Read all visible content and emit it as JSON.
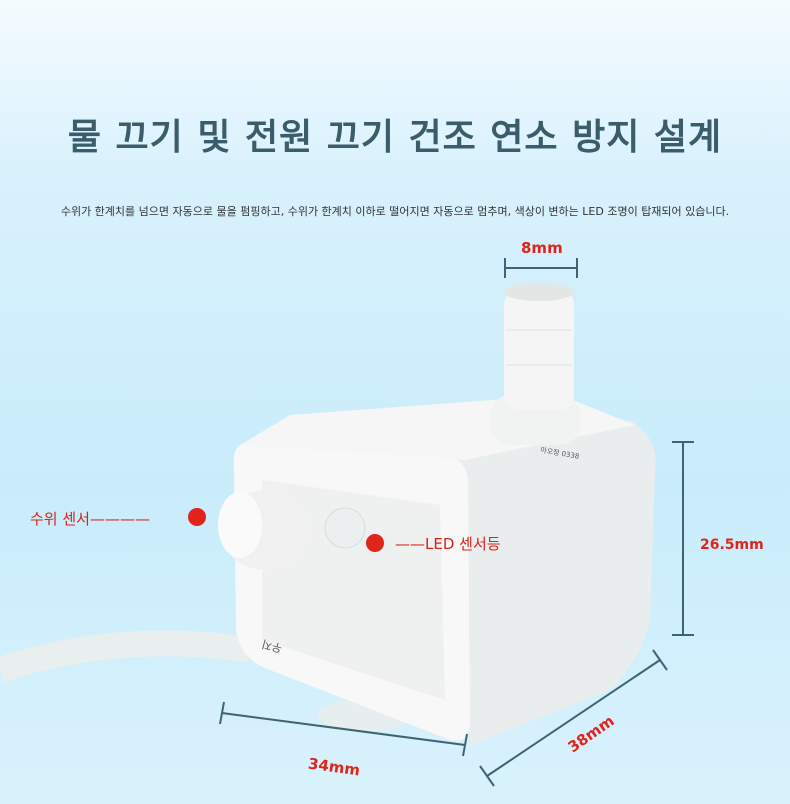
{
  "header": {
    "title": "물 끄기 및 전원 끄기 건조 연소 방지 설계",
    "subtitle": "수위가 한계치를 넘으면 자동으로 물을 펌핑하고, 수위가 한계치 이하로 떨어지면 자동으로 멈추며, 색상이 변하는 LED 조명이 탑재되어 있습니다."
  },
  "dimensions": {
    "outlet": "8mm",
    "height": "26.5mm",
    "width": "34mm",
    "depth": "38mm"
  },
  "callouts": {
    "water_sensor": "수위 센서————",
    "led": "——LED 센서등"
  },
  "product": {
    "imprint": "아오정 0338",
    "cable_text": "우지"
  },
  "colors": {
    "title": "#3b5c6b",
    "accent": "#e0241c",
    "dimension_line": "#3d6470"
  }
}
